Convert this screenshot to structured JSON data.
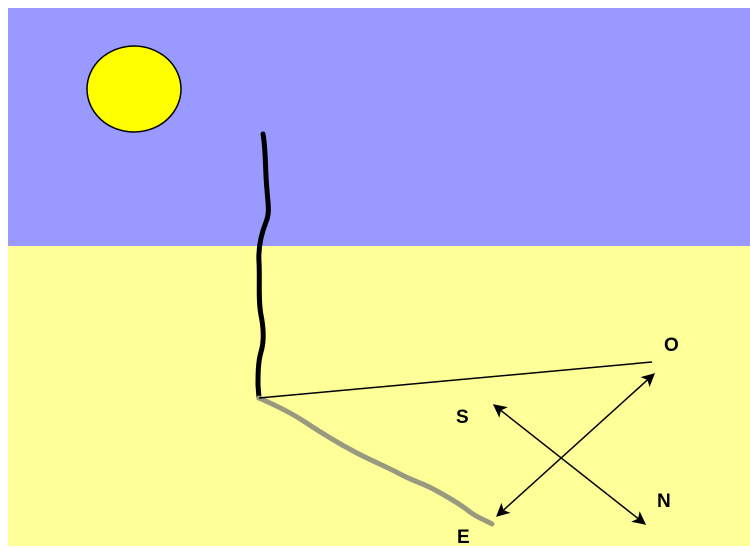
{
  "colors": {
    "sky": "#9999FF",
    "ground": "#FFFF99",
    "sun": "#FFFF00",
    "stick": "#000000",
    "shadow": "#999980"
  },
  "compass": {
    "west_label": "O",
    "south_label": "S",
    "north_label": "N",
    "east_label": "E"
  }
}
